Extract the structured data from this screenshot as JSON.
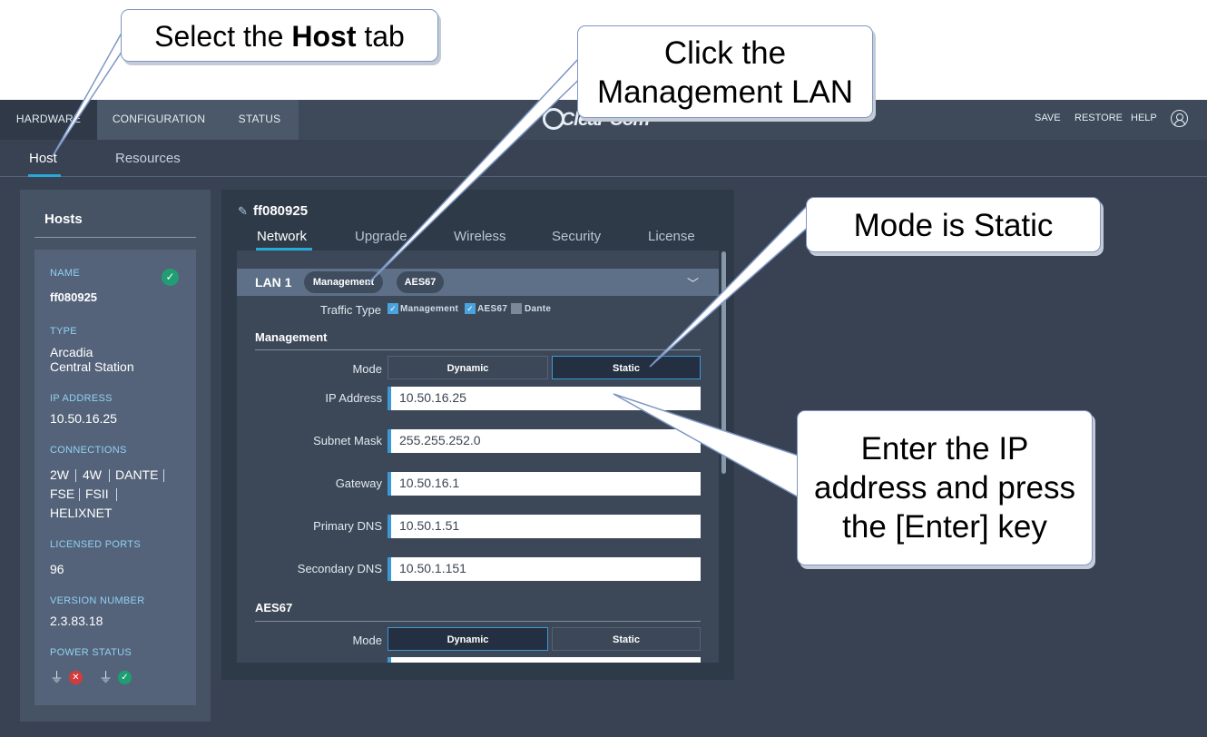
{
  "topnav": {
    "tabs": [
      "HARDWARE",
      "CONFIGURATION",
      "STATUS"
    ],
    "logo": "Clear-Com",
    "actions": [
      "SAVE",
      "RESTORE",
      "HELP"
    ]
  },
  "subnav": {
    "tabs": [
      "Host",
      "Resources"
    ]
  },
  "hosts": {
    "title": "Hosts",
    "name_label": "NAME",
    "name": "ff080925",
    "type_label": "TYPE",
    "type_line1": "Arcadia",
    "type_line2": "Central Station",
    "ip_label": "IP ADDRESS",
    "ip": "10.50.16.25",
    "connections_label": "CONNECTIONS",
    "connections": [
      "2W",
      "4W",
      "DANTE",
      "FSE",
      "FSII",
      "HELIXNET"
    ],
    "ports_label": "LICENSED PORTS",
    "ports": "96",
    "version_label": "VERSION NUMBER",
    "version": "2.3.83.18",
    "power_label": "POWER STATUS"
  },
  "main": {
    "host_name": "ff080925",
    "tabs": [
      "Network",
      "Upgrade",
      "Wireless",
      "Security",
      "License"
    ],
    "lan_title": "LAN 1",
    "lan_pills": [
      "Management",
      "AES67"
    ],
    "traffic_type_label": "Traffic Type",
    "traffic_types": [
      {
        "label": "Management",
        "checked": true
      },
      {
        "label": "AES67",
        "checked": true
      },
      {
        "label": "Dante",
        "checked": false
      }
    ],
    "management": {
      "title": "Management",
      "mode_label": "Mode",
      "mode_options": [
        "Dynamic",
        "Static"
      ],
      "mode_selected": "Static",
      "fields": [
        {
          "label": "IP Address",
          "value": "10.50.16.25"
        },
        {
          "label": "Subnet Mask",
          "value": "255.255.252.0"
        },
        {
          "label": "Gateway",
          "value": "10.50.16.1"
        },
        {
          "label": "Primary DNS",
          "value": "10.50.1.51"
        },
        {
          "label": "Secondary DNS",
          "value": "10.50.1.151"
        }
      ]
    },
    "aes67": {
      "title": "AES67",
      "mode_label": "Mode",
      "mode_options": [
        "Dynamic",
        "Static"
      ],
      "mode_selected": "Dynamic"
    }
  },
  "callouts": {
    "c1_pre": "Select the ",
    "c1_bold": "Host",
    "c1_post": " tab",
    "c2_line1": "Click the",
    "c2_line2": "Management LAN",
    "c3": "Mode is Static",
    "c4_line1": "Enter the IP",
    "c4_line2": "address and press",
    "c4_line3": "the [Enter] key"
  },
  "colors": {
    "accent": "#2aa8d8",
    "status_ok": "#1f9e73",
    "status_error": "#d43b3b"
  }
}
